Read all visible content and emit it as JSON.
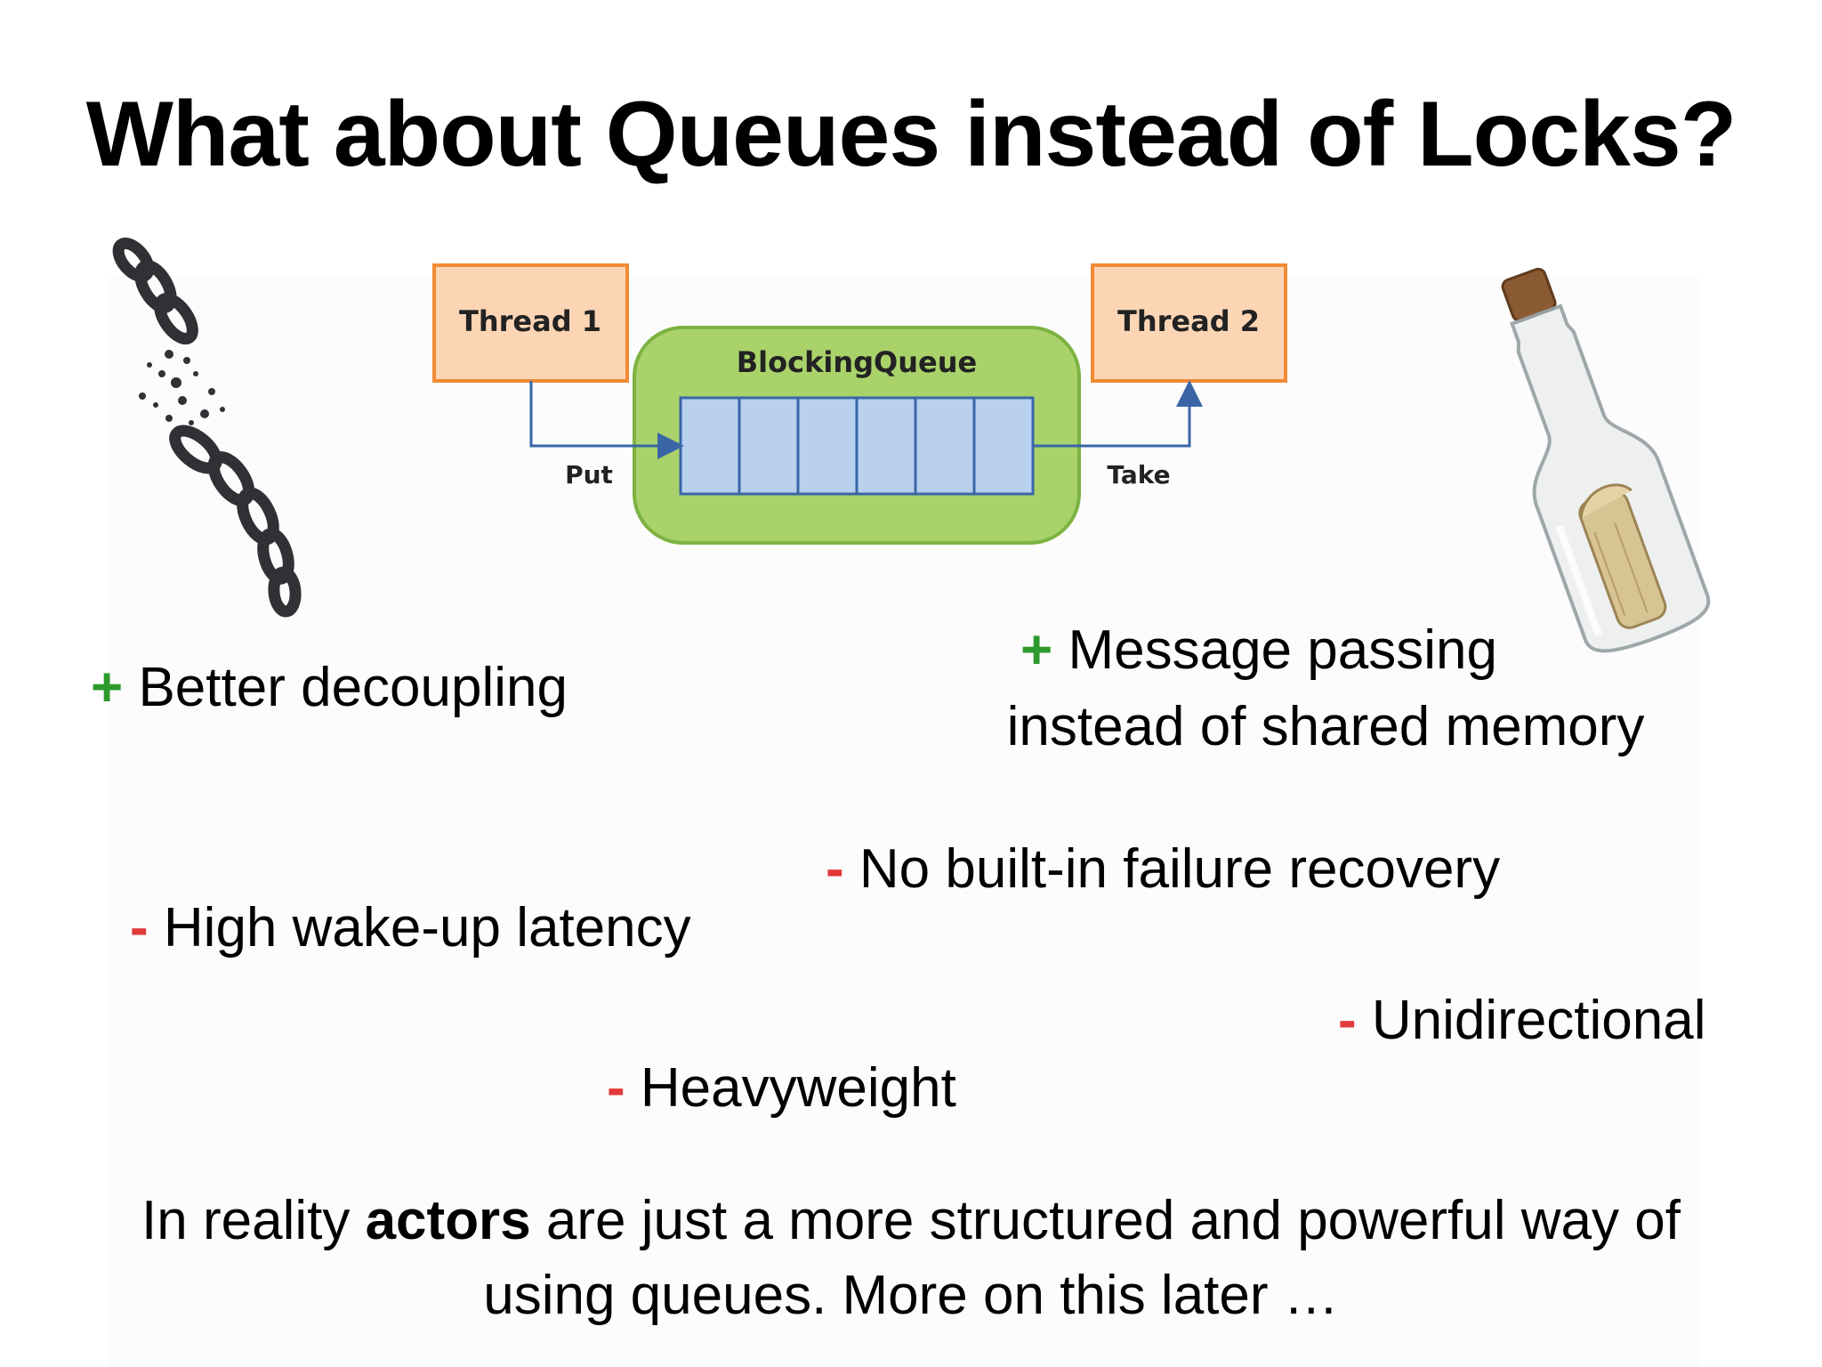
{
  "slide": {
    "title": "What about Queues instead of Locks?",
    "diagram": {
      "thread1": "Thread 1",
      "thread2": "Thread 2",
      "queue": "BlockingQueue",
      "put": "Put",
      "take": "Take",
      "slots": 6,
      "colors": {
        "thread_fill": "#fcd5b5",
        "thread_stroke": "#f08a35",
        "queue_fill": "#a9d26a",
        "queue_stroke": "#7cb342",
        "slot_fill": "#b9d0ee",
        "slot_stroke": "#3a66a8",
        "arrow": "#3a66a8"
      }
    },
    "pros": [
      {
        "sign": "+",
        "text": "Better decoupling"
      },
      {
        "sign": "+",
        "line1": "Message passing",
        "line2": "instead of shared memory"
      }
    ],
    "cons": [
      {
        "sign": "-",
        "text": "No built-in failure recovery"
      },
      {
        "sign": "-",
        "text": "High wake-up latency"
      },
      {
        "sign": "-",
        "text": "Unidirectional"
      },
      {
        "sign": "-",
        "text": "Heavyweight"
      }
    ],
    "footer": {
      "before_bold": "In reality ",
      "bold": "actors",
      "after_bold": " are just a more structured and powerful way of",
      "line2": "using queues. More on this later …"
    },
    "images": {
      "left": "broken-chain",
      "right": "message-in-a-bottle"
    },
    "colors": {
      "plus": "#2e9a2e",
      "minus": "#e23a3a"
    }
  }
}
